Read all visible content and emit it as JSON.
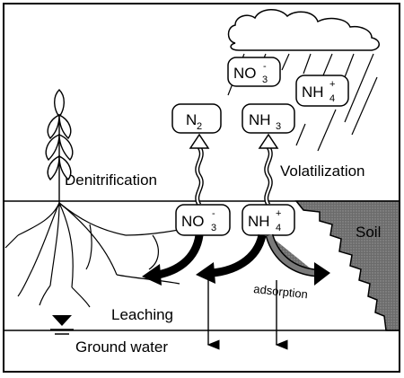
{
  "labels": {
    "denitrification": "Denitrification",
    "volatilization": "Volatilization",
    "leaching": "Leaching",
    "ground_water": "Ground water",
    "soil": "Soil",
    "adsorption": "adsorption"
  },
  "species": {
    "nitrate_rain": {
      "base": "NO",
      "sub": "3",
      "sup": "-"
    },
    "ammonium_rain": {
      "base": "NH",
      "sub": "4",
      "sup": "+"
    },
    "nitrogen_gas": {
      "base": "N",
      "sub": "2"
    },
    "ammonia_gas": {
      "base": "NH",
      "sub": "3"
    },
    "nitrate_soil": {
      "base": "NO",
      "sub": "3",
      "sup": "-"
    },
    "ammonium_soil": {
      "base": "NH",
      "sub": "4",
      "sup": "+"
    }
  }
}
